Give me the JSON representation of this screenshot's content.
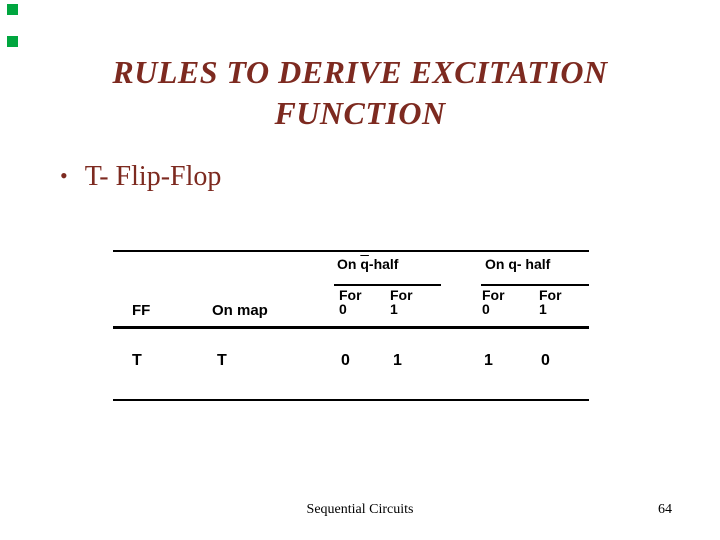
{
  "slide": {
    "background_color": "#ffffff",
    "accent_square_color": "#00A63F",
    "title": {
      "line1": "RULES TO DERIVE EXCITATION",
      "line2": "FUNCTION",
      "color": "#7D2A20"
    },
    "bullet": {
      "marker": "•",
      "text": "T- Flip-Flop",
      "color": "#7D2A20"
    },
    "table": {
      "text_color": "#000000",
      "group_headers": {
        "g1_prefix": "On ",
        "g1_overbar_char": "q",
        "g1_suffix": "-half",
        "g2": "On q- half"
      },
      "column_headers": {
        "ff": "FF",
        "on_map": "On map"
      },
      "sub_headers": [
        {
          "line1": "For",
          "line2": "0"
        },
        {
          "line1": "For",
          "line2": "1"
        },
        {
          "line1": "For",
          "line2": "0"
        },
        {
          "line1": "For",
          "line2": "1"
        }
      ],
      "data_row": {
        "ff": "T",
        "on_map": "T",
        "values": [
          "0",
          "1",
          "1",
          "0"
        ]
      }
    },
    "footer": {
      "text": "Sequential Circuits",
      "page_number": "64"
    }
  }
}
